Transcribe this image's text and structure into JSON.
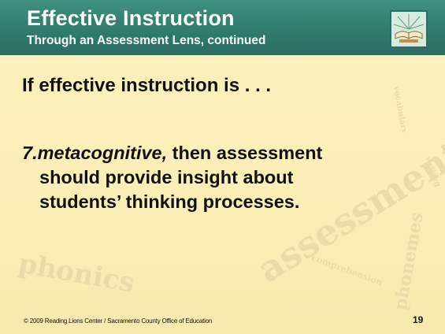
{
  "slide": {
    "title": "Effective Instruction",
    "subtitle": "Through an Assessment Lens, continued",
    "heading": "If effective instruction is . . .",
    "item_label": "7.metacognitive,",
    "body_line1_rest": " then assessment",
    "body_line2": "should provide insight about",
    "body_line3": "students’ thinking processes.",
    "footer": "© 2009 Reading Lions Center / Sacramento County Office of Education",
    "page_number": "19"
  },
  "watermark": {
    "assessment": "assessment",
    "phonics": "phonics",
    "phonemes": "phonemes",
    "comprehension": "comprehension",
    "vocabulary": "vocabulary",
    "writing": "writing"
  },
  "colors": {
    "header": "#2f7a6c",
    "background": "#fdf3c2",
    "watermark": "#e6d9a4"
  }
}
